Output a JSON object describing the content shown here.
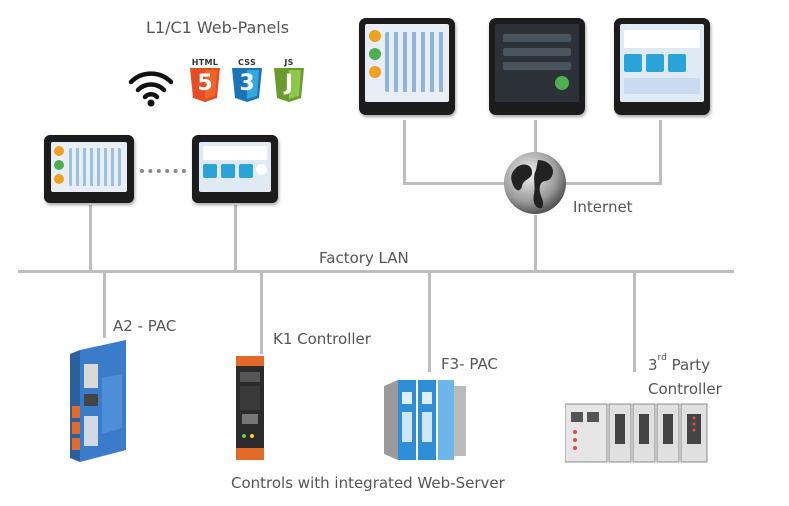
{
  "labels": {
    "web_panels": "L1/C1 Web-Panels",
    "internet": "Internet",
    "factory_lan": "Factory LAN",
    "a2_pac": "A2 - PAC",
    "k1_controller": "K1 Controller",
    "f3_pac": "F3- PAC",
    "third_party_sup": "rd",
    "third_party_num": "3",
    "third_party_rest": " Party",
    "third_party_line2": "Controller",
    "footer": "Controls with integrated Web-Server"
  },
  "badges": [
    {
      "tag": "HTML",
      "glyph": "5",
      "color": "#e44d26"
    },
    {
      "tag": "CSS",
      "glyph": "3",
      "color": "#1b73ba"
    },
    {
      "tag": "JS",
      "glyph": "J",
      "color": "#7fb037"
    }
  ],
  "colors": {
    "wire": "#bdbdbd",
    "text": "#555555",
    "panel_bezel": "#1c1c1c",
    "screen_light": "#e8eef5",
    "screen_dark": "#2c3238",
    "a2_blue": "#3a7cc9",
    "f3_blue": "#2e8fd8",
    "k1_orange": "#e46a2a"
  }
}
